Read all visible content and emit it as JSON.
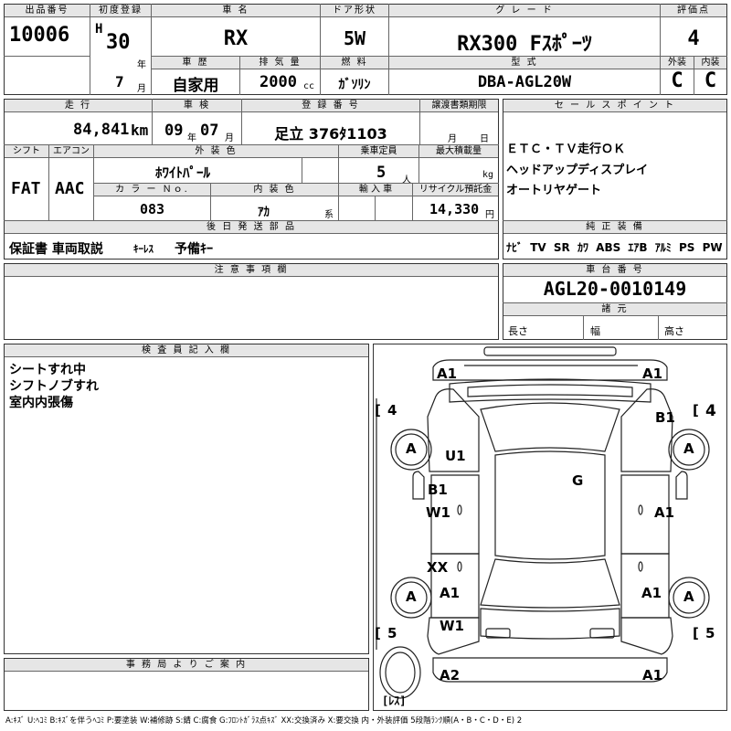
{
  "top": {
    "lot_label": "出品番号",
    "lot_value": "10006",
    "first_reg_label": "初度登録",
    "era": "H",
    "year": "30",
    "year_unit": "年",
    "month": "7",
    "month_unit": "月",
    "model_label": "車 名",
    "model_value": "RX",
    "door_label": "ドア形状",
    "door_value": "5W",
    "grade_label": "グ レ ー ド",
    "grade_value": "RX300 Fｽﾎﾟｰﾂ",
    "score_label": "評価点",
    "score_value": "4",
    "history_label": "車 歴",
    "history_value": "自家用",
    "disp_label": "排 気 量",
    "disp_value": "2000",
    "disp_unit": "cc",
    "fuel_label": "燃 料",
    "fuel_value": "ｶﾞｿﾘﾝ",
    "type_label": "型 式",
    "type_value": "DBA-AGL20W",
    "ext_label": "外装",
    "ext_value": "C",
    "int_label": "内装",
    "int_value": "C"
  },
  "row2": {
    "mileage_label": "走 行",
    "mileage_value": "84,841",
    "mileage_unit": "km",
    "inspect_label": "車 検",
    "inspect_year": "09",
    "inspect_year_unit": "年",
    "inspect_month": "07",
    "inspect_month_unit": "月",
    "plate_label": "登 録 番 号",
    "plate_value": "足立 376ﾀ1103",
    "transfer_label": "譲渡書類期限",
    "transfer_month_unit": "月",
    "transfer_day_unit": "日",
    "sales_label": "セ ー ル ス ポ イ ン ト",
    "sales_points": [
      "ＥＴＣ・ＴＶ走行ＯＫ",
      "ヘッドアップディスプレイ",
      "オートリヤゲート"
    ]
  },
  "row3": {
    "shift_label": "シフト",
    "shift_value": "FAT",
    "ac_label": "エアコン",
    "ac_value": "AAC",
    "color_label": "外 装 色",
    "color_value": "ﾎﾜｲﾄﾊﾟｰﾙ",
    "seats_label": "乗車定員",
    "seats_value": "5",
    "seats_unit": "人",
    "load_label": "最大積載量",
    "load_unit": "kg",
    "colorno_label": "カ ラ ー Ｎｏ.",
    "colorno_value": "083",
    "interior_label": "内 装 色",
    "interior_value": "ｱｶ",
    "interior_unit": "系",
    "import_label": "輸 入 車",
    "recycle_label": "リサイクル預託金",
    "recycle_value": "14,330",
    "recycle_unit": "円"
  },
  "parts": {
    "label": "後 日 発 送 部 品",
    "value_a": "保証書 車両取説",
    "value_b": "ｷｰﾚｽ",
    "value_c": "予備ｷｰ"
  },
  "equip": {
    "label": "純 正 装 備",
    "items": [
      "ﾅﾋﾞ",
      "TV",
      "SR",
      "ｶﾜ",
      "ABS",
      "ｴｱB",
      "ｱﾙﾐ",
      "PS",
      "PW"
    ]
  },
  "notes": {
    "label": "注 意 事 項 欄"
  },
  "chassis": {
    "label": "車 台 番 号",
    "value": "AGL20-0010149",
    "dims_label": "諸 元",
    "len_label": "長さ",
    "wid_label": "幅",
    "hgt_label": "高さ"
  },
  "inspector": {
    "label": "検 査 員 記 入 欄",
    "lines": [
      "シートすれ中",
      "シフトノブすれ",
      "室内内張傷"
    ]
  },
  "office": {
    "label": "事 務 局 よ り ご 案 内"
  },
  "diagram": {
    "marks": [
      "A1",
      "A1",
      "4",
      "4",
      "B1",
      "A",
      "A",
      "U1",
      "G",
      "B1",
      "W1",
      "A1",
      "XX",
      "A1",
      "A1",
      "A",
      "A",
      "W1",
      "5",
      "5",
      "A2",
      "A1"
    ],
    "spare_label": "ﾚｽ",
    "bracket_open": "[",
    "bracket_close": "]"
  },
  "legend": "A:ｷｽﾞ U:ﾍｺﾐ B:ｷｽﾞを伴うﾍｺﾐ P:要塗装 W:補修跡 S:錆 C:腐食 G:ﾌﾛﾝﾄｶﾞﾗｽ点ｷｽﾞ XX:交換済み X:要交換 内・外装評価 5段階ﾗﾝｸ順(A・B・C・D・E) 2"
}
